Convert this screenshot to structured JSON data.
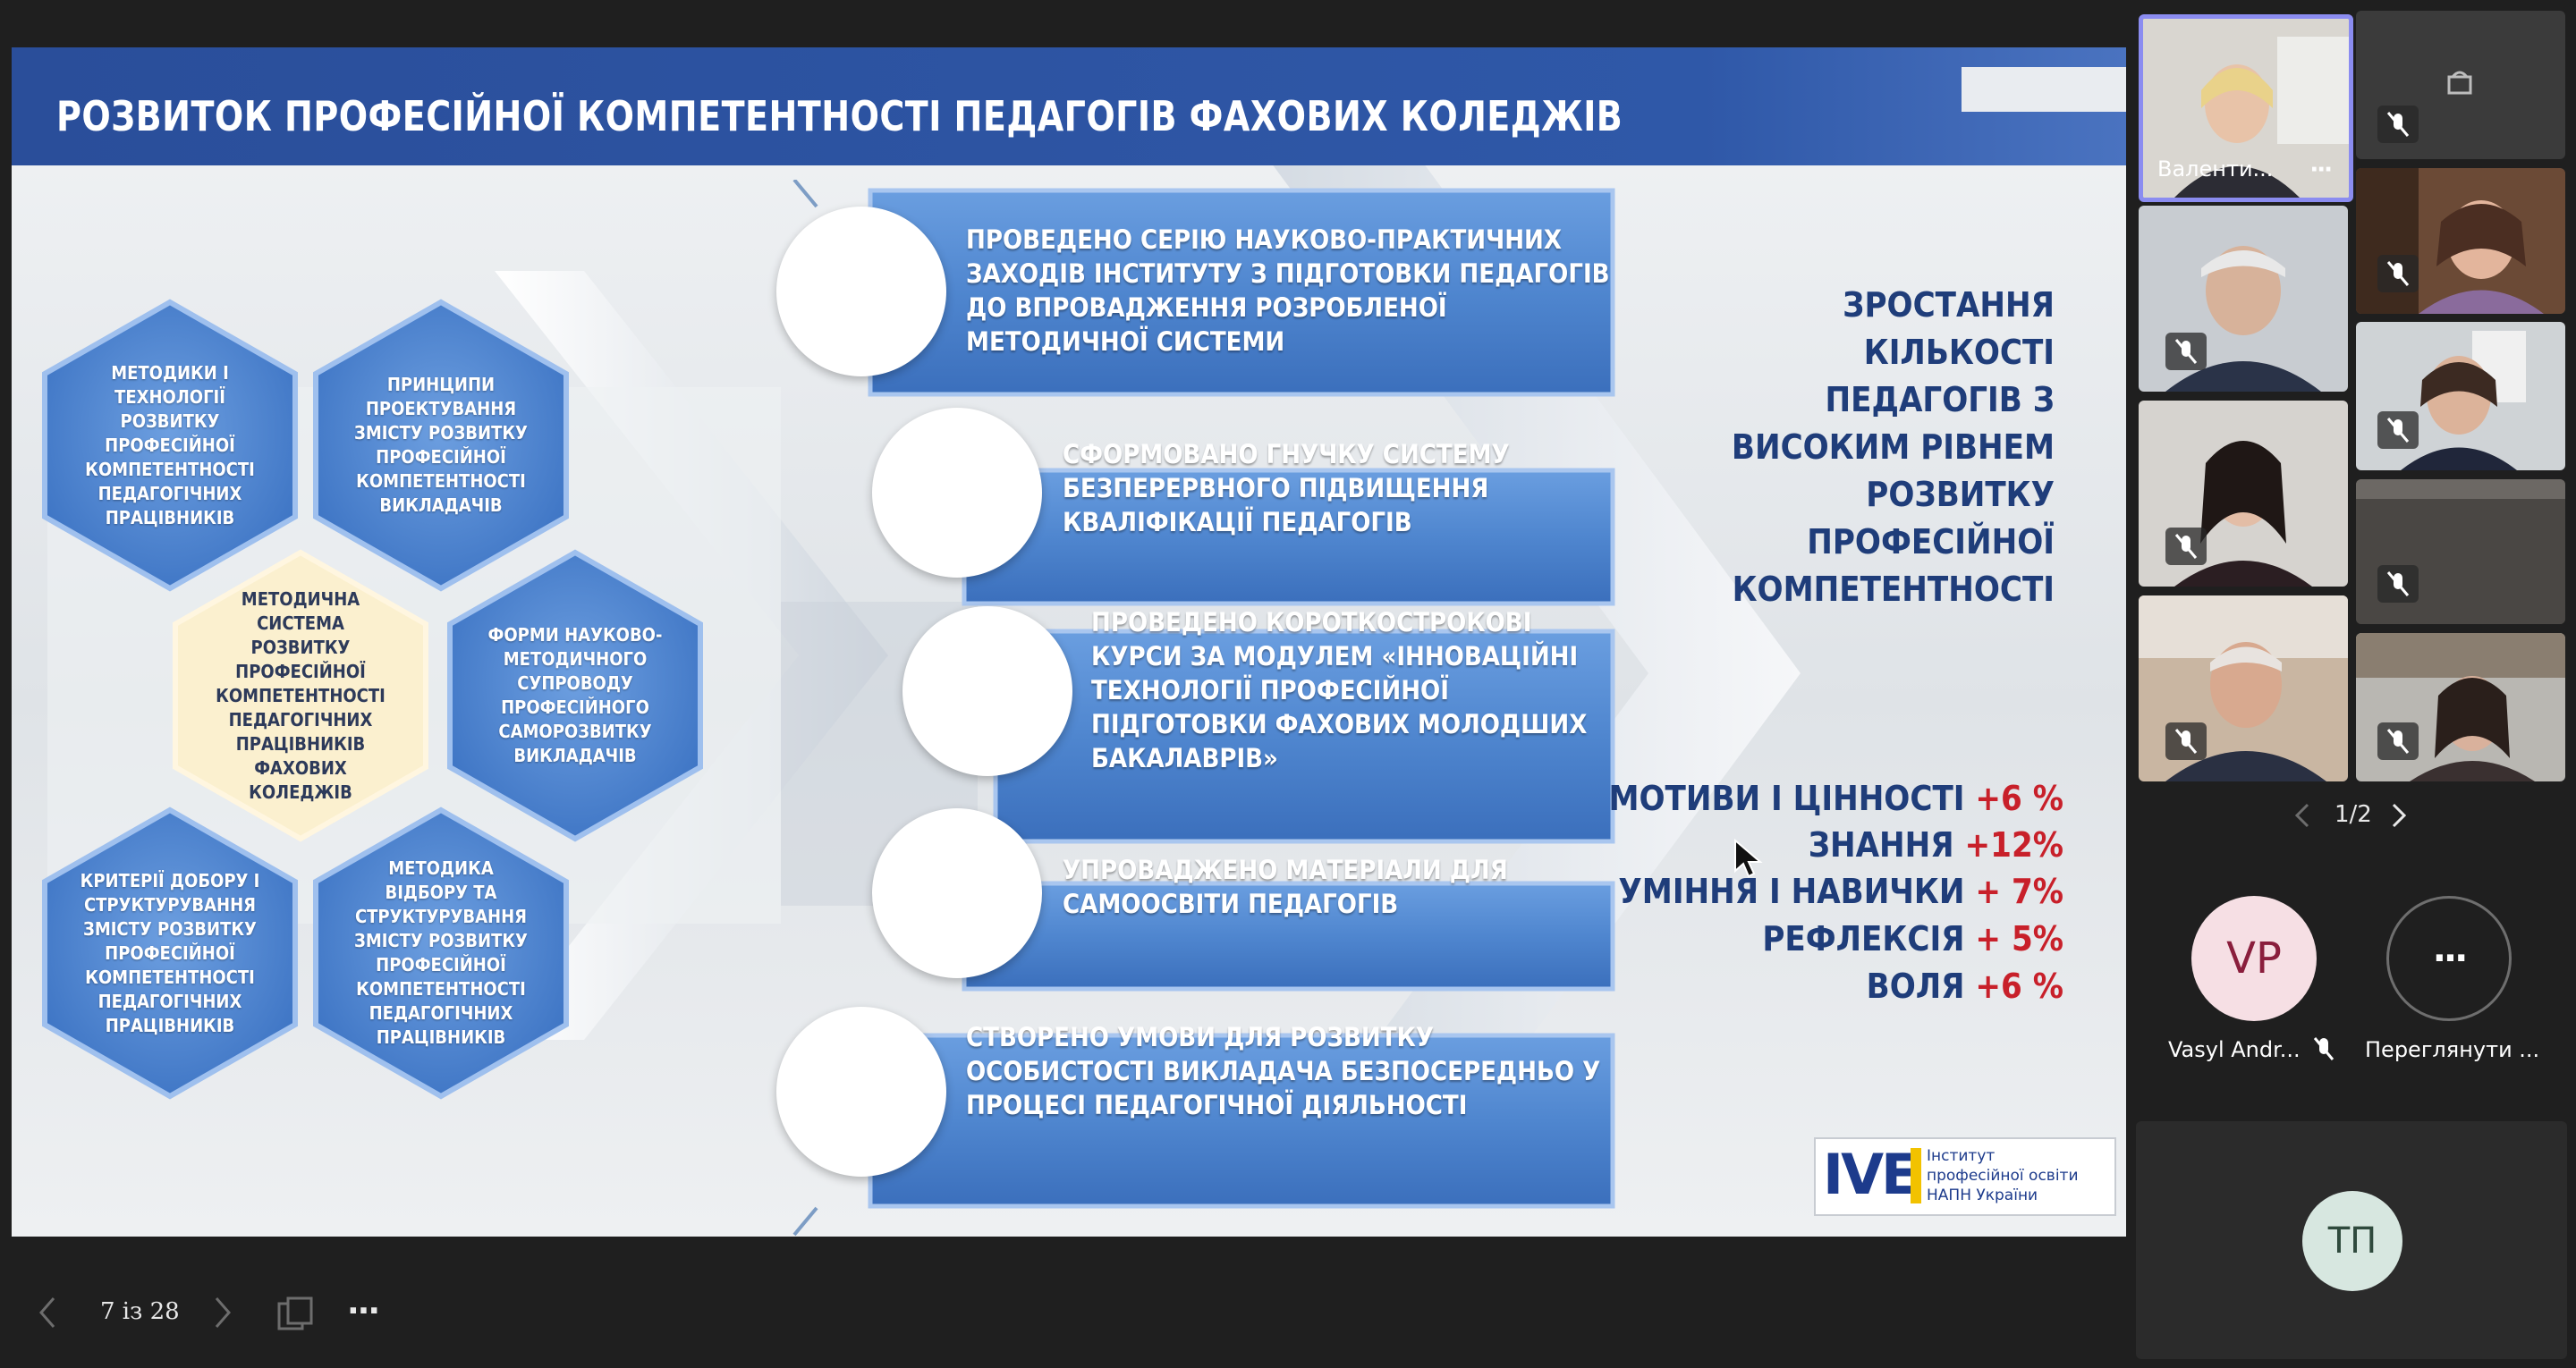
{
  "slide": {
    "title": "РОЗВИТОК ПРОФЕСІЙНОЇ КОМПЕТЕНТНОСТІ ПЕДАГОГІВ ФАХОВИХ КОЛЕДЖІВ",
    "hexes": [
      "МЕТОДИКИ І ТЕХНОЛОГІЇ РОЗВИТКУ ПРОФЕСІЙНОЇ КОМПЕТЕНТНОСТІ ПЕДАГОГІЧНИХ ПРАЦІВНИКІВ",
      "ПРИНЦИПИ ПРОЕКТУВАННЯ ЗМІСТУ РОЗВИТКУ ПРОФЕСІЙНОЇ КОМПЕТЕНТНОСТІ ВИКЛАДАЧІВ",
      "МЕТОДИЧНА СИСТЕМА РОЗВИТКУ ПРОФЕСІЙНОЇ КОМПЕТЕНТНОСТІ ПЕДАГОГІЧНИХ ПРАЦІВНИКІВ ФАХОВИХ КОЛЕДЖІВ",
      "ФОРМИ НАУКОВО-МЕТОДИЧНОГО СУПРОВОДУ ПРОФЕСІЙНОГО САМОРОЗВИТКУ ВИКЛАДАЧІВ",
      "КРИТЕРІЇ ДОБОРУ І СТРУКТУРУВАННЯ ЗМІСТУ РОЗВИТКУ ПРОФЕСІЙНОЇ КОМПЕТЕНТНОСТІ ПЕДАГОГІЧНИХ ПРАЦІВНИКІВ",
      "МЕТОДИКА ВІДБОРУ ТА СТРУКТУРУВАННЯ ЗМІСТУ РОЗВИТКУ ПРОФЕСІЙНОЇ КОМПЕТЕНТНОСТІ ПЕДАГОГІЧНИХ ПРАЦІВНИКІВ"
    ],
    "banners": [
      "ПРОВЕДЕНО СЕРІЮ НАУКОВО-ПРАКТИЧНИХ ЗАХОДІВ ІНСТИТУТУ З ПІДГОТОВКИ ПЕДАГОГІВ ДО ВПРОВАДЖЕННЯ РОЗРОБЛЕНОЇ МЕТОДИЧНОЇ СИСТЕМИ",
      "СФОРМОВАНО ГНУЧКУ СИСТЕМУ БЕЗПЕРЕРВНОГО ПІДВИЩЕННЯ КВАЛІФІКАЦІЇ ПЕДАГОГІВ",
      "ПРОВЕДЕНО КОРОТКОСТРОКОВІ КУРСИ ЗА МОДУЛЕМ «ІННОВАЦІЙНІ ТЕХНОЛОГІЇ ПРОФЕСІЙНОЇ ПІДГОТОВКИ ФАХОВИХ МОЛОДШИХ БАКАЛАВРІВ»",
      "УПРОВАДЖЕНО МАТЕРІАЛИ ДЛЯ САМООСВІТИ ПЕДАГОГІВ",
      "СТВОРЕНО УМОВИ ДЛЯ РОЗВИТКУ ОСОБИСТОСТІ ВИКЛАДАЧА БЕЗПОСЕРЕДНЬО У ПРОЦЕСІ ПЕДАГОГІЧНОЇ ДІЯЛЬНОСТІ"
    ],
    "growth_heading": "ЗРОСТАННЯ КІЛЬКОСТІ ПЕДАГОГІВ З ВИСОКИМ РІВНЕМ РОЗВИТКУ ПРОФЕСІЙНОЇ КОМПЕТЕНТНОСТІ",
    "stats": [
      {
        "label": "МОТИВИ І ЦІННОСТІ",
        "value": "+6 %"
      },
      {
        "label": "ЗНАННЯ",
        "value": "+12%"
      },
      {
        "label": "УМІННЯ І НАВИЧКИ",
        "value": "+ 7%"
      },
      {
        "label": "РЕФЛЕКСІЯ",
        "value": "+ 5%"
      },
      {
        "label": "ВОЛЯ",
        "value": "+6 %"
      }
    ],
    "logo": {
      "mark": "IVE",
      "line1": "Інститут",
      "line2": "професійної освіти",
      "line3": "НАПН України"
    },
    "colors": {
      "title_bar": "#2a4e9a",
      "banner": "#4f86cf",
      "hex": "#4f86cf",
      "center_hex": "#fbf0cf",
      "stat_value": "#c8202a",
      "heading": "#1f3d7a"
    }
  },
  "controls": {
    "page_indicator": "7 із 28",
    "more_label": "···"
  },
  "participants": {
    "speaker_name": "Валенти...",
    "speaker_more": "···",
    "pagination": "1/2",
    "avatars": [
      {
        "initials": "VP",
        "name": "Vasyl Andr..."
      },
      {
        "initials": "···",
        "name": "Переглянути ..."
      }
    ],
    "self_initials": "ТП",
    "colors": {
      "highlight": "#8b8cf0",
      "vp_bg": "#f6dfe4",
      "vp_fg": "#8a1e3c",
      "tp_bg": "#d7e7e0",
      "tp_fg": "#2f4a3d"
    }
  }
}
